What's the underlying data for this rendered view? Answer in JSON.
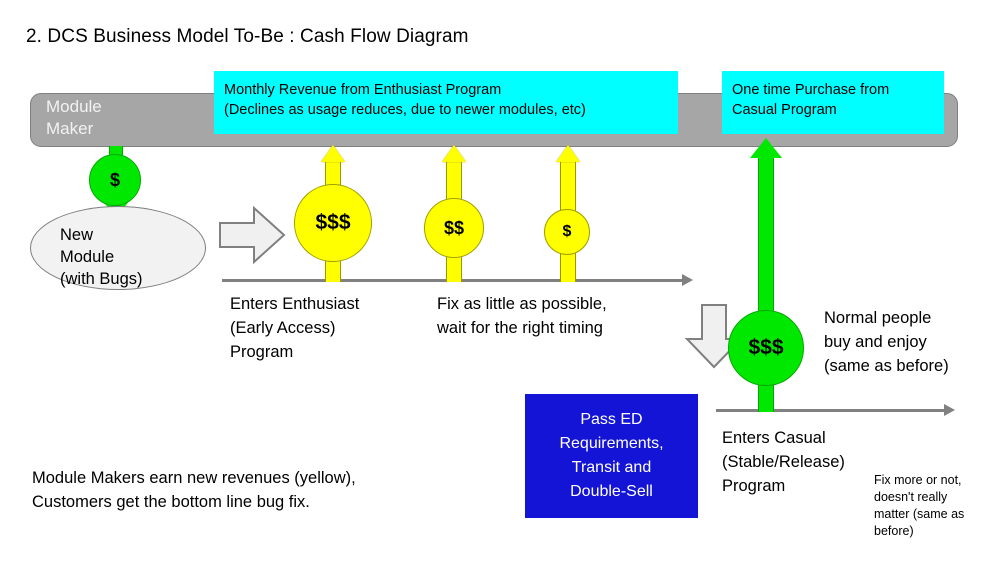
{
  "title": "2. DCS Business Model To-Be : Cash Flow Diagram",
  "actor_bar": {
    "label": "Module\nMaker",
    "color": "#a6a6a6"
  },
  "callouts": [
    {
      "name": "enthusiast-revenue",
      "text": "Monthly Revenue from Enthusiast Program\n(Declines as usage reduces, due to newer modules, etc)",
      "color": "#00ffff"
    },
    {
      "name": "casual-purchase",
      "text": "One time Purchase from\nCasual Program",
      "color": "#00ffff"
    }
  ],
  "source_node": {
    "label": "New\nModule\n(with Bugs)"
  },
  "outflow": {
    "amount": "$",
    "color": "#00e800"
  },
  "enthusiast_flows": [
    {
      "amount": "$$$",
      "color": "#ffff00"
    },
    {
      "amount": "$$",
      "color": "#ffff00"
    },
    {
      "amount": "$",
      "color": "#ffff00"
    }
  ],
  "casual_flow": {
    "amount": "$$$",
    "color": "#00e800"
  },
  "gate_box": {
    "text": "Pass ED\nRequirements,\nTransit and\nDouble-Sell",
    "color": "#1414d6",
    "text_color": "#ffffff"
  },
  "captions": {
    "enthusiast_entry": "Enters Enthusiast\n(Early Access)\nProgram",
    "fix_policy": "Fix as little as possible,\nwait for the right timing",
    "normal_people": "Normal people\nbuy and enjoy\n(same as before)",
    "casual_entry": "Enters Casual\n(Stable/Release)\nProgram",
    "summary": "Module Makers earn new revenues (yellow),\nCustomers get the bottom line bug fix.",
    "fine_print": "Fix more or not,\ndoesn't really\nmatter (same as\nbefore)"
  },
  "icons": {
    "block_arrow_right": "block-arrow-right-icon",
    "block_arrow_down": "block-arrow-down-icon",
    "axis_arrow": "timeline-arrow-icon"
  },
  "chart_data": {
    "type": "diagram",
    "title": "2. DCS Business Model To-Be : Cash Flow Diagram",
    "description": "Cash flow diagram showing revenue streams from Module Maker through Enthusiast (Early Access) and Casual (Stable/Release) programs.",
    "timelines": [
      {
        "name": "Enthusiast timeline",
        "direction": "right",
        "flows": [
          {
            "label": "$$$",
            "relative_size": 3,
            "direction": "up",
            "color": "#ffff00"
          },
          {
            "label": "$$",
            "relative_size": 2,
            "direction": "up",
            "color": "#ffff00"
          },
          {
            "label": "$",
            "relative_size": 1,
            "direction": "up",
            "color": "#ffff00"
          }
        ]
      },
      {
        "name": "Casual timeline",
        "direction": "right",
        "flows": [
          {
            "label": "$$$",
            "relative_size": 3,
            "direction": "up",
            "color": "#00e800"
          }
        ]
      }
    ],
    "outflows": [
      {
        "label": "$",
        "direction": "down",
        "color": "#00e800",
        "target": "New Module (with Bugs)"
      }
    ]
  }
}
